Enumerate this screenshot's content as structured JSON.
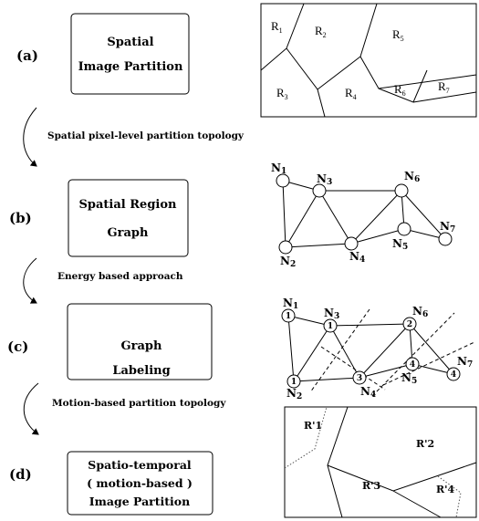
{
  "steps": [
    {
      "letter": "(a)",
      "box_lines": [
        "Spatial",
        "Image Partition"
      ]
    },
    {
      "letter": "(b)",
      "box_lines": [
        "Spatial Region",
        "Graph"
      ]
    },
    {
      "letter": "(c)",
      "box_lines": [
        "Graph",
        "Labeling"
      ]
    },
    {
      "letter": "(d)",
      "box_lines": [
        "Spatio-temporal",
        "( motion-based )",
        "Image Partition"
      ]
    }
  ],
  "transitions": [
    "Spatial pixel-level partition topology",
    "Energy based approach",
    "Motion-based partition topology"
  ],
  "partition_a": {
    "regions": [
      {
        "base": "R",
        "sub": "1"
      },
      {
        "base": "R",
        "sub": "2"
      },
      {
        "base": "R",
        "sub": "5"
      },
      {
        "base": "R",
        "sub": "3"
      },
      {
        "base": "R",
        "sub": "4"
      },
      {
        "base": "R",
        "sub": "6"
      },
      {
        "base": "R",
        "sub": "7"
      }
    ]
  },
  "graph_b": {
    "nodes": [
      {
        "base": "N",
        "sub": "1"
      },
      {
        "base": "N",
        "sub": "3"
      },
      {
        "base": "N",
        "sub": "6"
      },
      {
        "base": "N",
        "sub": "7"
      },
      {
        "base": "N",
        "sub": "5"
      },
      {
        "base": "N",
        "sub": "2"
      },
      {
        "base": "N",
        "sub": "4"
      }
    ]
  },
  "graph_c": {
    "nodes": [
      {
        "base": "N",
        "sub": "1",
        "label": "1"
      },
      {
        "base": "N",
        "sub": "3",
        "label": "1"
      },
      {
        "base": "N",
        "sub": "6",
        "label": "2"
      },
      {
        "base": "N",
        "sub": "7",
        "label": "4"
      },
      {
        "base": "N",
        "sub": "5",
        "label": "4"
      },
      {
        "base": "N",
        "sub": "2",
        "label": "1"
      },
      {
        "base": "N",
        "sub": "4",
        "label": "3"
      }
    ]
  },
  "partition_d": {
    "regions": [
      {
        "text": "R'1"
      },
      {
        "text": "R'2"
      },
      {
        "text": "R'3"
      },
      {
        "text": "R'4"
      }
    ]
  }
}
